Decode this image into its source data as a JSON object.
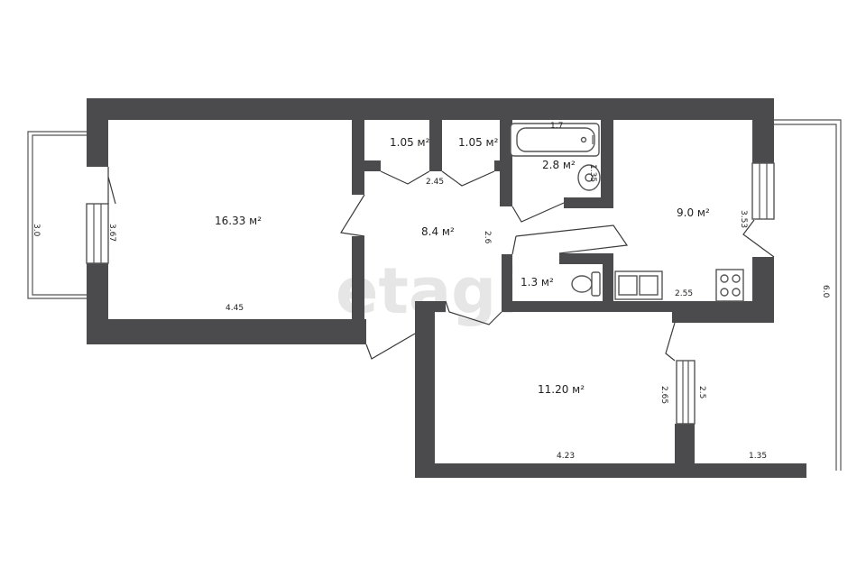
{
  "watermark": "etagi",
  "rooms": {
    "living": "16.33 м²",
    "closet_1": "1.05 м²",
    "closet_2": "1.05 м²",
    "bathroom": "2.8 м²",
    "kitchen": "9.0 м²",
    "hall": "8.4 м²",
    "toilet": "1.3 м²",
    "bedroom": "11.20 м²"
  },
  "dimensions": {
    "balcony_left_depth": "3.0",
    "living_height": "3.67",
    "living_width": "4.45",
    "closets_width": "2.45",
    "bath_length": "1.7",
    "bath_width": "1.35",
    "hall_length": "2.6",
    "kitchen_height": "3.53",
    "kitchen_width": "2.55",
    "balcony_right_length": "6.0",
    "bedroom_height": "2.65",
    "bedroom_width": "4.23",
    "balcony_right_height": "2.5",
    "balcony_right_width": "1.35"
  }
}
